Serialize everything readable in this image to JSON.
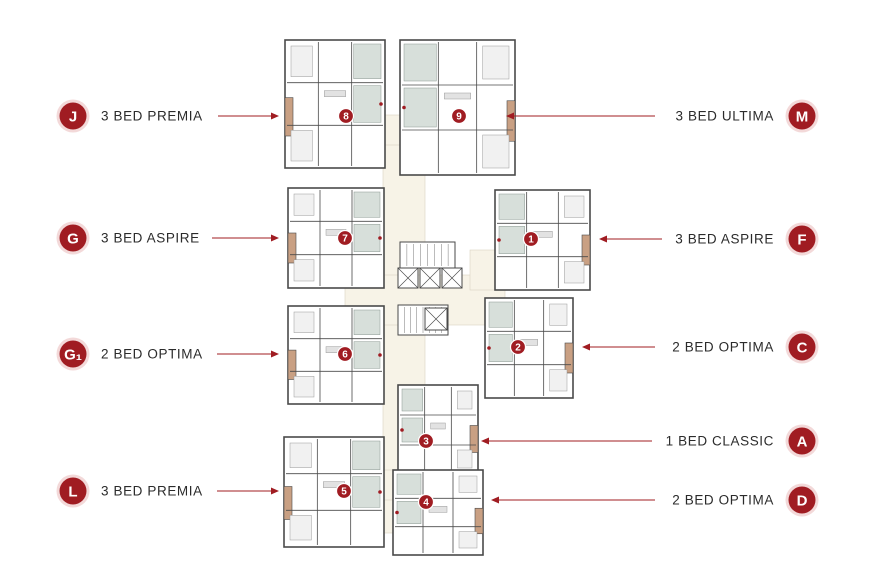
{
  "colors": {
    "accent": "#a01c22",
    "badge_ring": "#f3d9d9",
    "corridor": "#f7f3e7",
    "wall": "#4a4a4a",
    "room_fill": "#ffffff",
    "wet_area": "#d7dfda",
    "balcony": "#c9a083",
    "text": "#2b2b2b"
  },
  "units": [
    {
      "number": "8",
      "type_label": "3 BED PREMIA",
      "type_code": "J"
    },
    {
      "number": "9",
      "type_label": "3 BED ULTIMA",
      "type_code": "M"
    },
    {
      "number": "7",
      "type_label": "3 BED ASPIRE",
      "type_code": "G"
    },
    {
      "number": "1",
      "type_label": "3 BED ASPIRE",
      "type_code": "F"
    },
    {
      "number": "6",
      "type_label": "2 BED OPTIMA",
      "type_code": "G₁"
    },
    {
      "number": "2",
      "type_label": "2 BED OPTIMA",
      "type_code": "C"
    },
    {
      "number": "3",
      "type_label": "1 BED CLASSIC",
      "type_code": "A"
    },
    {
      "number": "5",
      "type_label": "3 BED PREMIA",
      "type_code": "L"
    },
    {
      "number": "4",
      "type_label": "2 BED OPTIMA",
      "type_code": "D"
    }
  ]
}
